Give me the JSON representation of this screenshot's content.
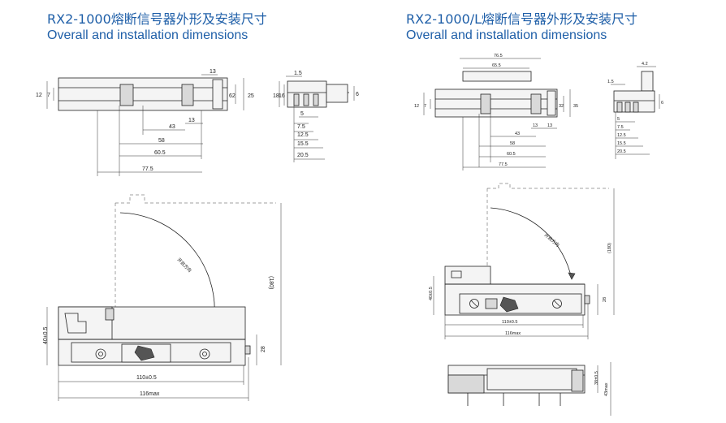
{
  "left": {
    "title": "RX2-1000熔断信号器外形及安装尺寸",
    "subtitle": "Overall and installation dimensions",
    "top_view_dims": [
      "12",
      "7",
      "13",
      "62",
      "25",
      "43",
      "13",
      "58",
      "60.5",
      "77.5"
    ],
    "side_view_dims": [
      "18",
      "16",
      "1.5",
      "6",
      "5",
      "7.5",
      "12.5",
      "15.5",
      "20.5"
    ],
    "front_view_dims": [
      "(180)",
      "40±0.5",
      "28",
      "110±0.5",
      "116max"
    ],
    "arc_label": "开启方向"
  },
  "right": {
    "title": "RX2-1000/L熔断信号器外形及安装尺寸",
    "subtitle": "Overall and installation dimensions",
    "top_view_dims": [
      "76.5",
      "65.5",
      "12",
      "7",
      "32",
      "35",
      "13",
      "13",
      "43",
      "58",
      "60.5",
      "77.5"
    ],
    "side_view_dims": [
      "4.2",
      "1.5",
      "6",
      "5",
      "7.5",
      "12.5",
      "15.5",
      "20.5"
    ],
    "front_view_dims": [
      "(180)",
      "40±0.5",
      "28",
      "110±0.5",
      "116max"
    ],
    "bottom_view_dims": [
      "38±0.5",
      "43max"
    ],
    "arc_label": "开启方向"
  }
}
